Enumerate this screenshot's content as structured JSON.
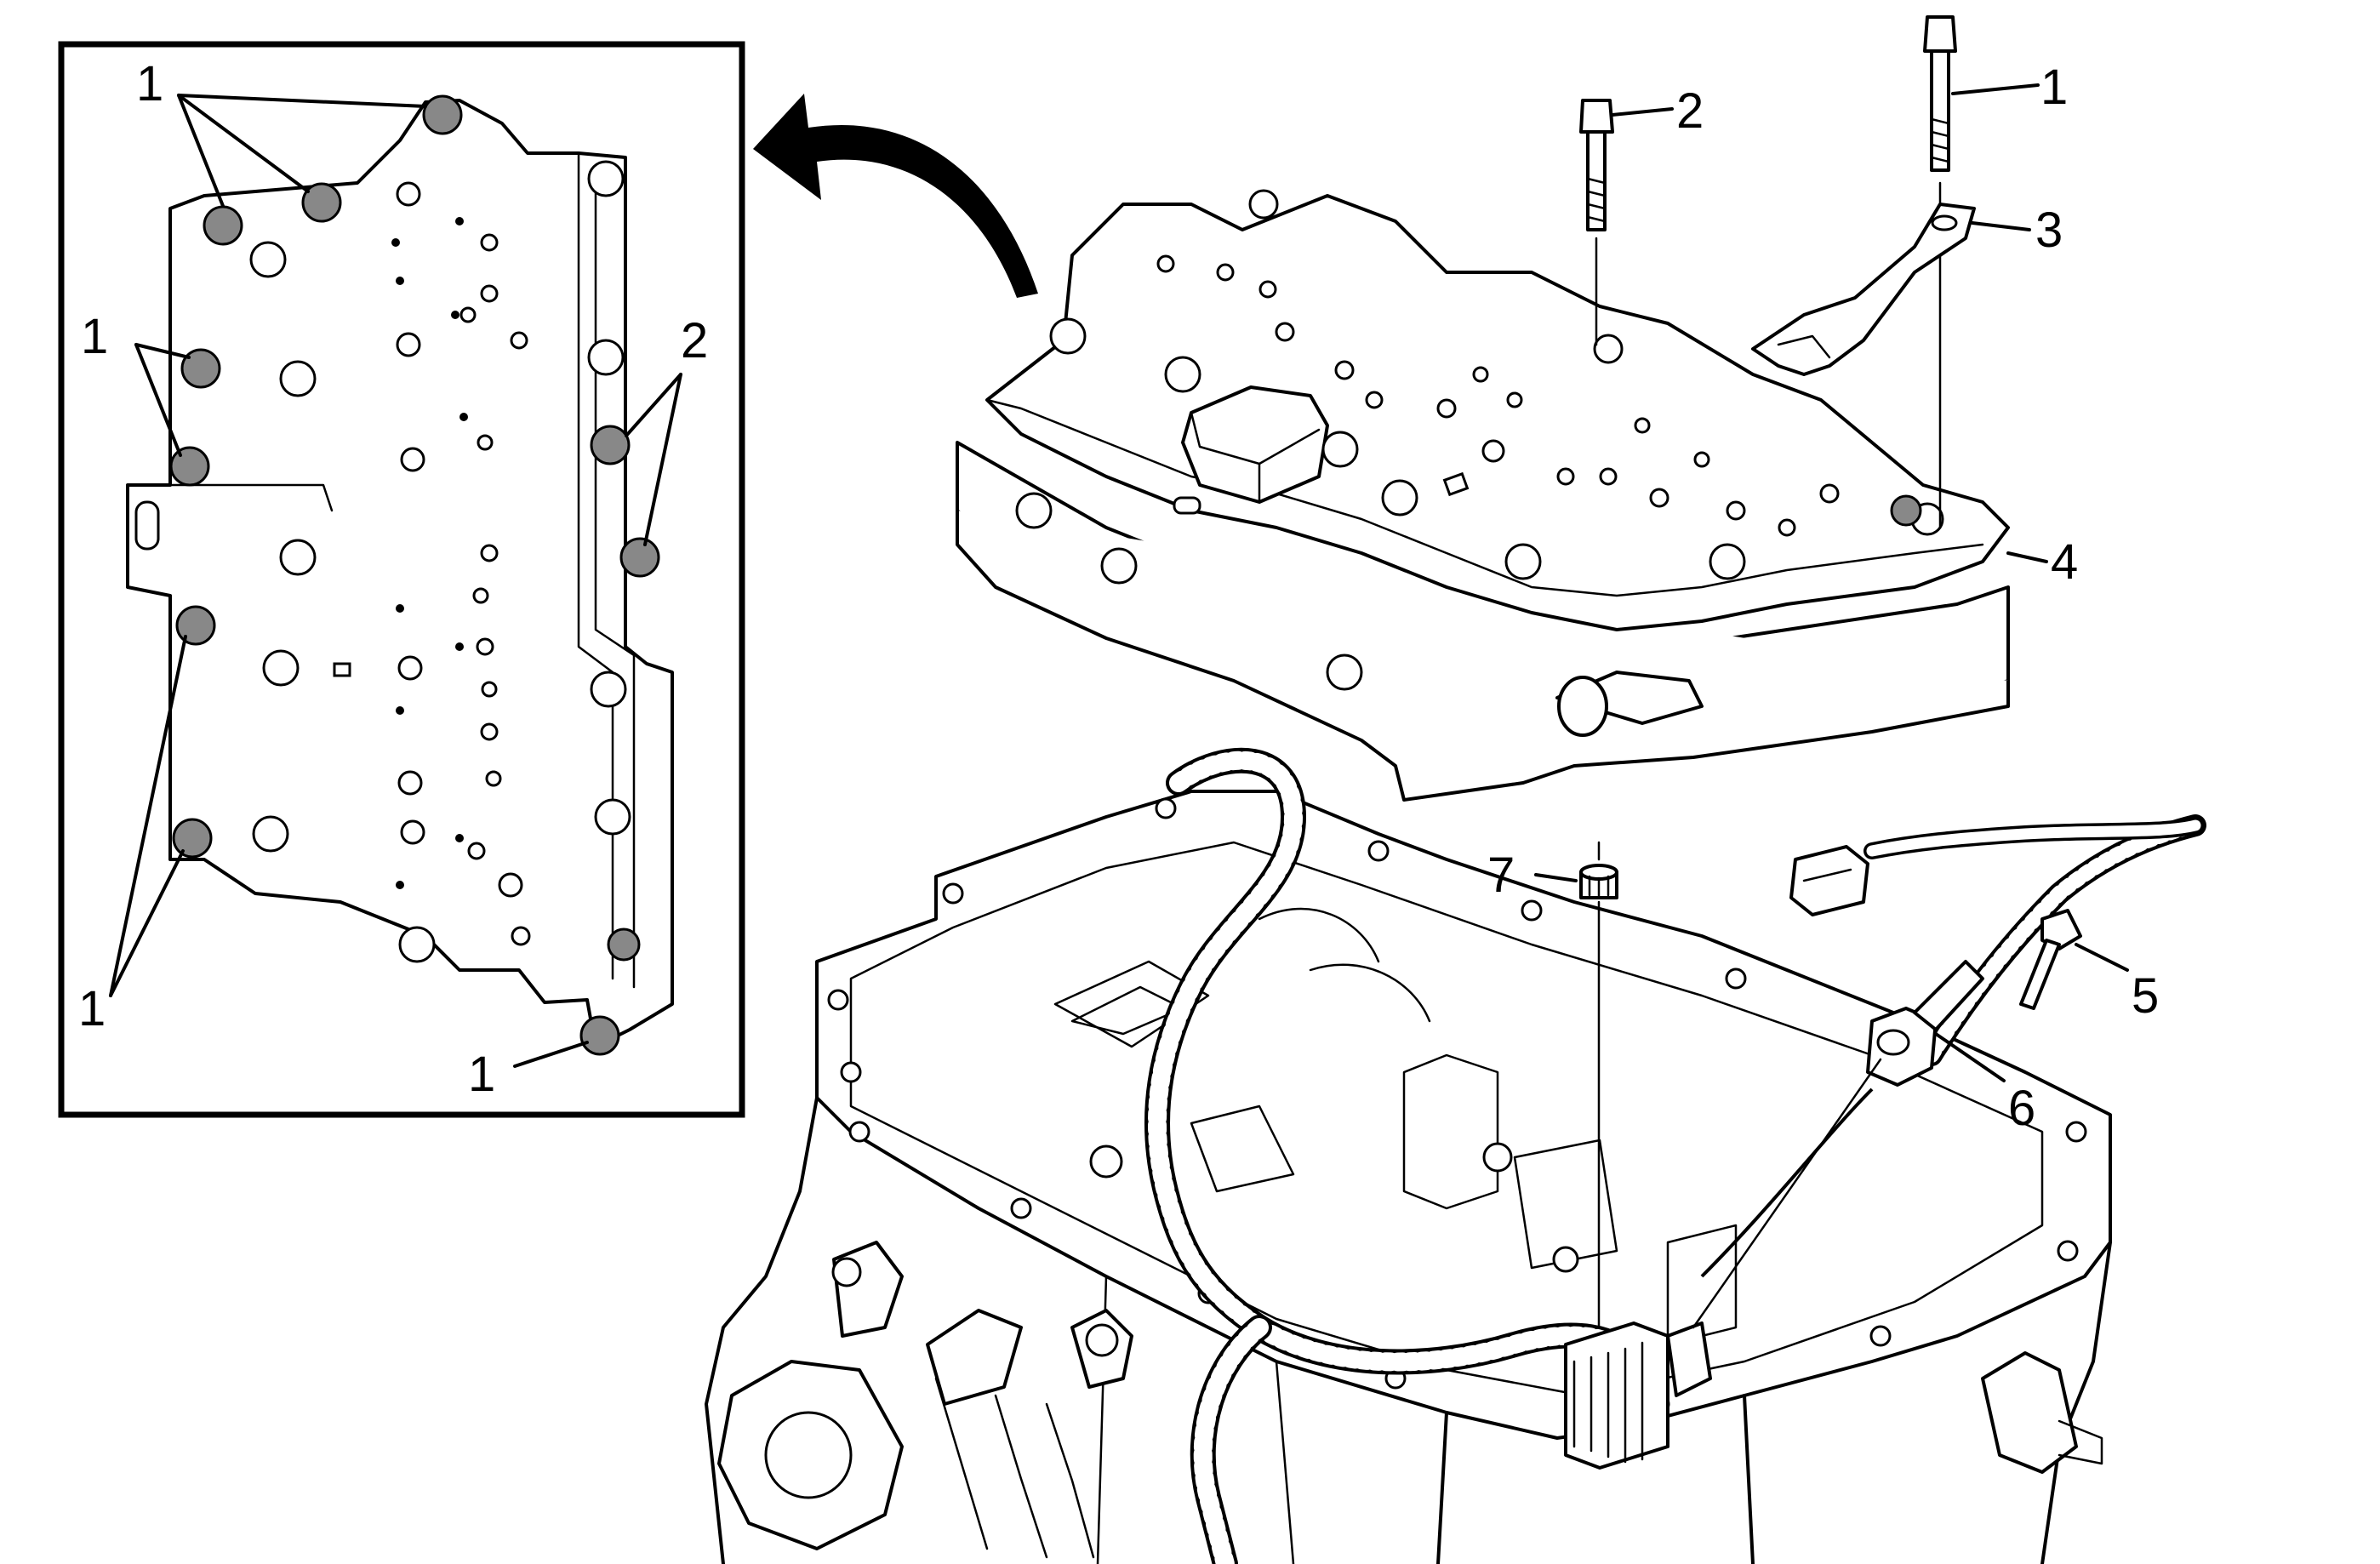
{
  "inset": {
    "callouts": [
      {
        "id": "inset-1-top",
        "text": "1"
      },
      {
        "id": "inset-1-upper-left",
        "text": "1"
      },
      {
        "id": "inset-2-right",
        "text": "2"
      },
      {
        "id": "inset-1-lower-left",
        "text": "1"
      },
      {
        "id": "inset-1-bottom",
        "text": "1"
      }
    ]
  },
  "main": {
    "callouts": [
      {
        "id": "bolt-long",
        "text": "1"
      },
      {
        "id": "bolt-short",
        "text": "2"
      },
      {
        "id": "bracket",
        "text": "3"
      },
      {
        "id": "valve-body",
        "text": "4"
      },
      {
        "id": "harness-bolt",
        "text": "5"
      },
      {
        "id": "harness-clip",
        "text": "6"
      },
      {
        "id": "seal",
        "text": "7"
      }
    ]
  }
}
